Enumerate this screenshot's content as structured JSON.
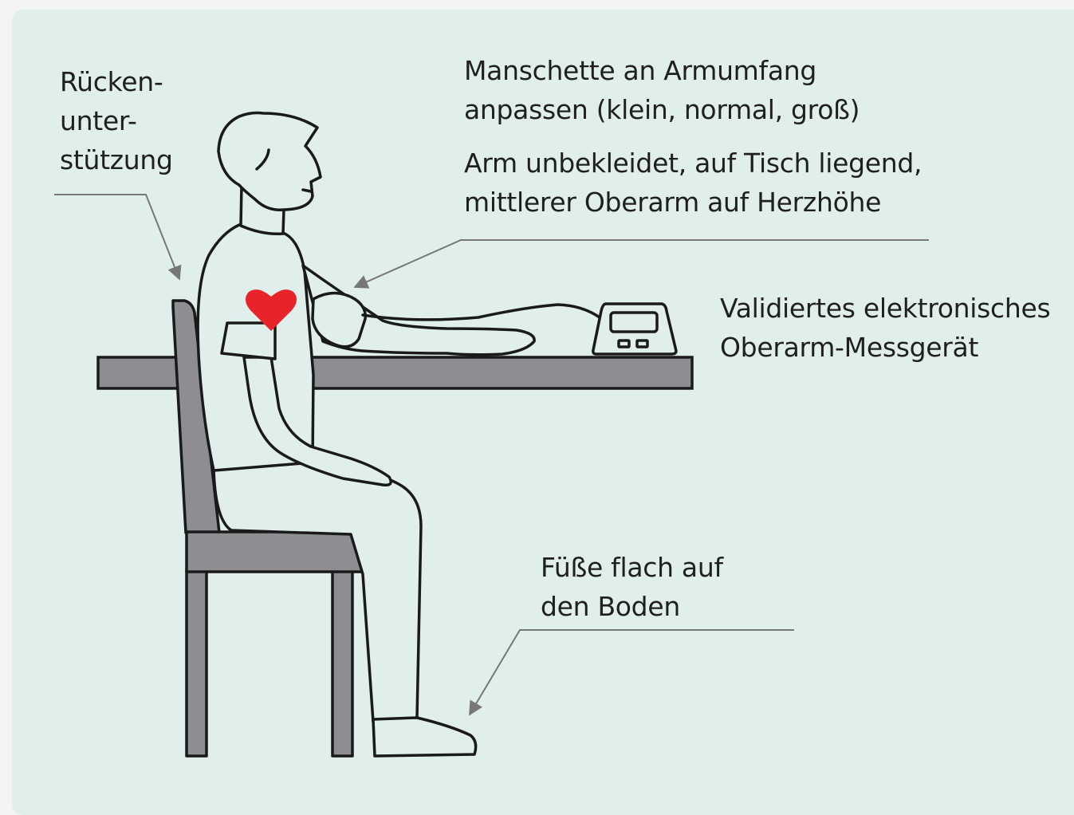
{
  "annotations": {
    "back_support": {
      "lines": [
        "Rücken-",
        "unter-",
        "stützung"
      ]
    },
    "cuff": {
      "lines": [
        "Manschette an Armumfang",
        "anpassen (klein, normal, groß)"
      ]
    },
    "arm_position": {
      "lines": [
        "Arm unbekleidet, auf Tisch liegend,",
        "mittlerer Oberarm auf Herzhöhe"
      ]
    },
    "device": {
      "lines": [
        "Validiertes elektronisches",
        "Oberarm-Messgerät"
      ]
    },
    "feet": {
      "lines": [
        "Füße flach auf",
        "den Boden"
      ]
    }
  },
  "colors": {
    "panel_background": "#e1efec",
    "furniture_gray": "#8e8e92",
    "outline": "#1a1a1a",
    "heart": "#e8242a",
    "leader_line": "#777777"
  },
  "icons": {
    "heart": "heart-icon"
  }
}
